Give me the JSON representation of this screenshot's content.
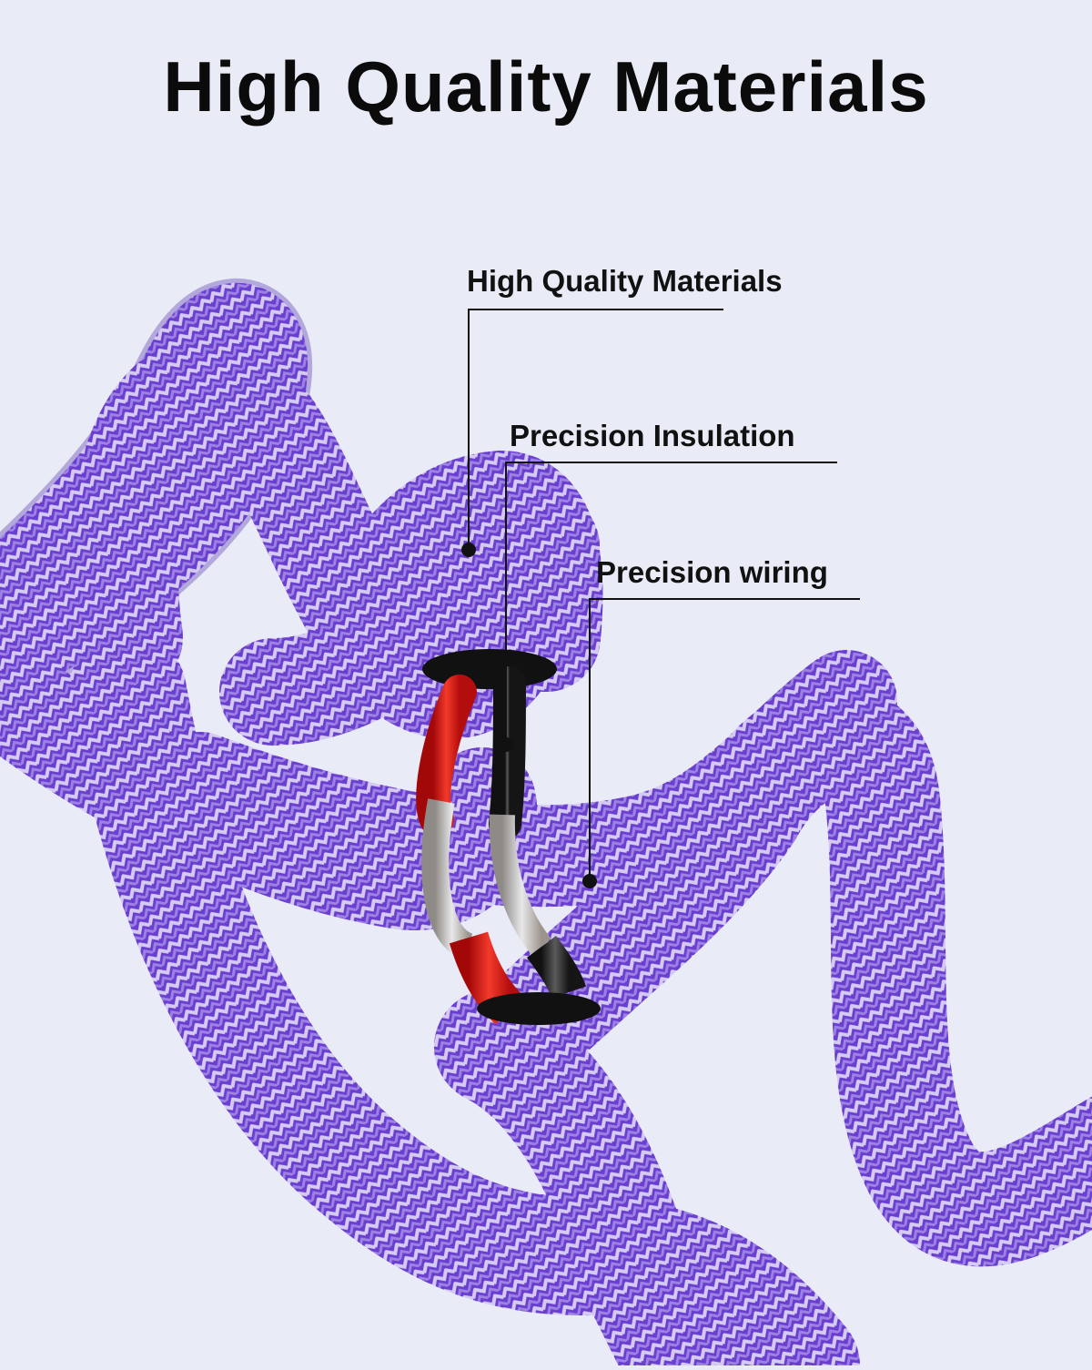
{
  "page": {
    "title": "High Quality Materials",
    "background_color": "#e9ebf6"
  },
  "callouts": [
    {
      "label": "High Quality Materials"
    },
    {
      "label": "Precision Insulation"
    },
    {
      "label": "Precision wiring"
    }
  ],
  "colors": {
    "braid_purple": "#6a3fd0",
    "braid_light": "#cfc3f0",
    "insulation_red": "#d81414",
    "insulation_black": "#262626",
    "wire_copper": "#c9ccd1",
    "leader_line": "#111111"
  }
}
